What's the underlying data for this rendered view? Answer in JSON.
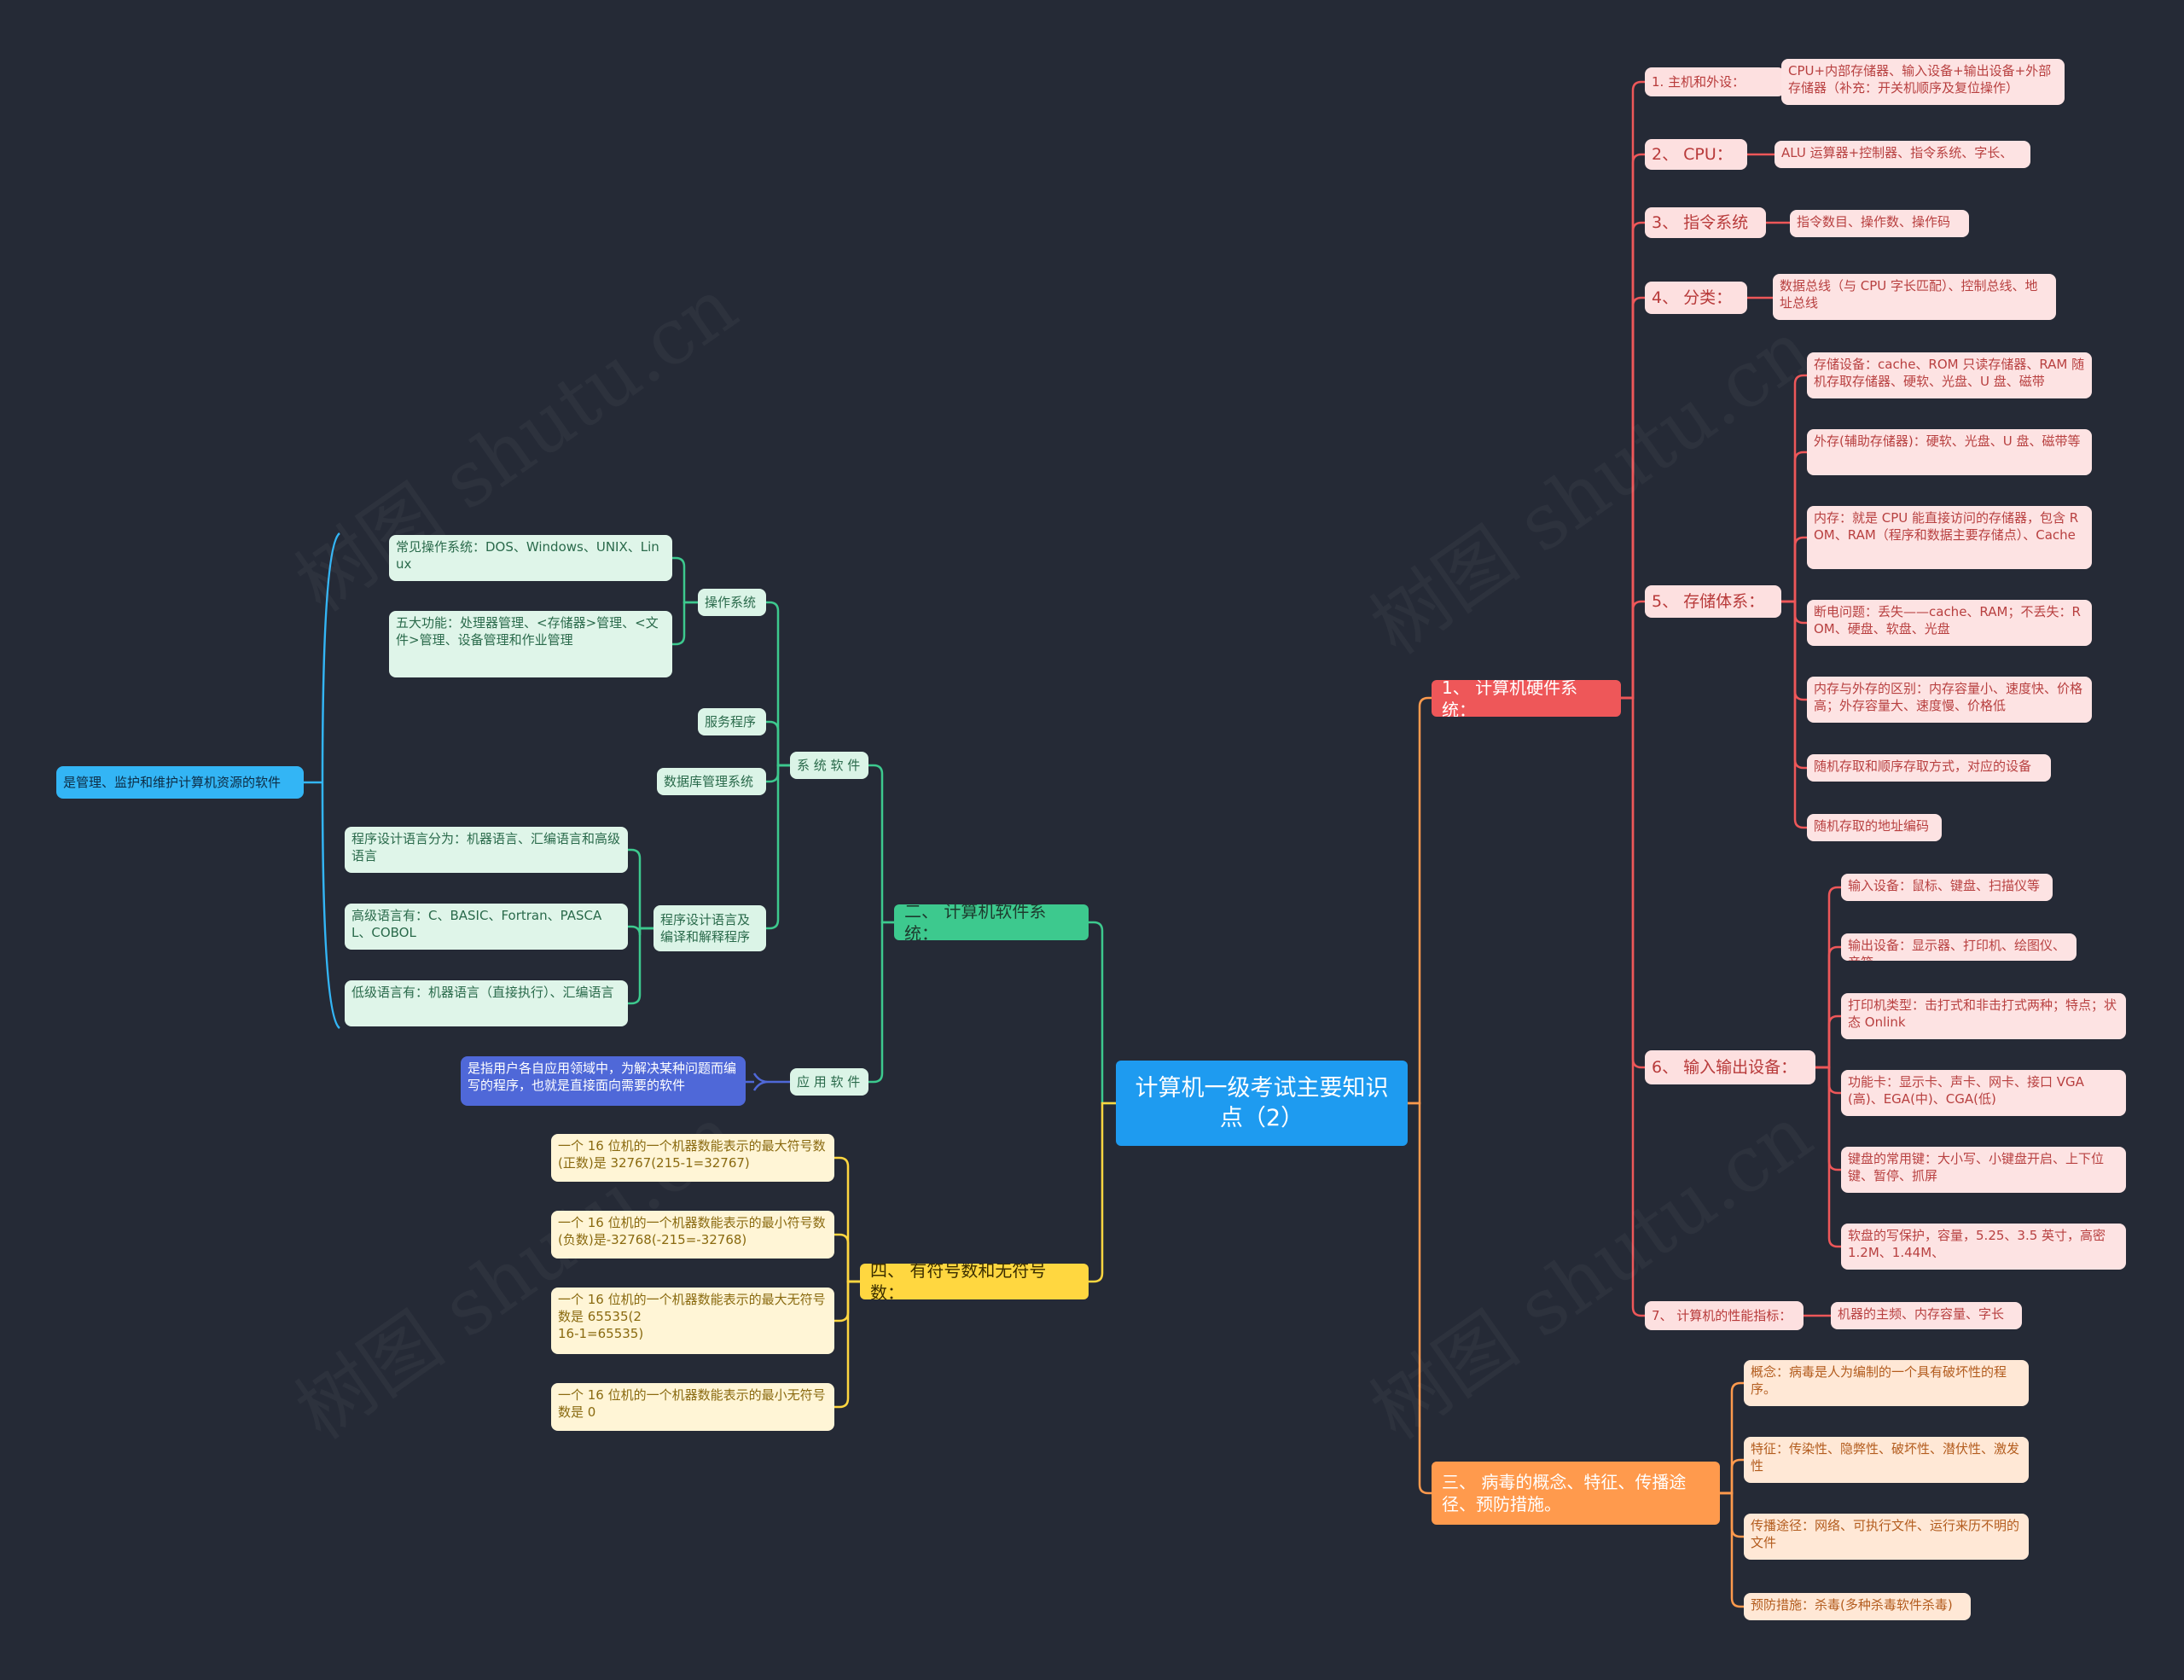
{
  "root": "计算机一级考试主要知识点（2）",
  "branches": {
    "hardware": {
      "label": "1、 计算机硬件系统：",
      "items": [
        {
          "label": "1. 主机和外设：",
          "detail": "CPU+内部存储器、输入设备+输出设备+外部存储器（补充：开关机顺序及复位操作）"
        },
        {
          "label": "2、 CPU：",
          "detail": "ALU 运算器+控制器、指令系统、字长、"
        },
        {
          "label": "3、 指令系统",
          "detail": "指令数目、操作数、操作码"
        },
        {
          "label": "4、 分类：",
          "detail": "数据总线（与 CPU 字长匹配）、控制总线、地址总线"
        }
      ],
      "storage": {
        "label": "5、 存储体系：",
        "leaves": [
          "存储设备：cache、ROM 只读存储器、RAM 随机存取存储器、硬软、光盘、U 盘、磁带",
          "外存(辅助存储器)：硬软、光盘、U 盘、磁带等",
          "内存：就是 CPU 能直接访问的存储器，包含 ROM、RAM（程序和数据主要存储点）、Cache",
          "断电问题：丢失——cache、RAM；不丢失：ROM、硬盘、软盘、光盘",
          "内存与外存的区别：内存容量小、速度快、价格高；外存容量大、速度慢、价格低",
          "随机存取和顺序存取方式，对应的设备",
          "随机存取的地址编码"
        ]
      },
      "io": {
        "label": "6、 输入输出设备：",
        "leaves": [
          "输入设备：鼠标、键盘、扫描仪等",
          "输出设备：显示器、打印机、绘图仪、音箱",
          "打印机类型：击打式和非击打式两种；特点；状态 Onlink",
          "功能卡：显示卡、声卡、网卡、接口 VGA(高)、EGA(中)、CGA(低)",
          "键盘的常用键：大小写、小键盘开启、上下位键、暂停、抓屏",
          "软盘的写保护，容量，5.25、3.5 英寸，高密 1.2M、1.44M、"
        ]
      },
      "perf": {
        "label": "7、 计算机的性能指标：",
        "detail": "机器的主频、内存容量、字长"
      }
    },
    "virus": {
      "label": "三、 病毒的概念、特征、传播途径、预防措施。",
      "leaves": [
        "概念：病毒是人为编制的一个具有破坏性的程序。",
        "特征：传染性、隐弊性、破坏性、潜伏性、激发性",
        "传播途径：网络、可执行文件、运行来历不明的文件",
        "预防措施：杀毒(多种杀毒软件杀毒)"
      ]
    },
    "software": {
      "label": "二、 计算机软件系统：",
      "system": {
        "label": "系 统 软 件",
        "os": {
          "label": "操作系统",
          "leaves": [
            "常见操作系统：DOS、Windows、UNIX、Linux",
            "五大功能：处理器管理、<存储器>管理、<文\n件>管理、设备管理和作业管理"
          ]
        },
        "service": "服务程序",
        "dbms": "数据库管理系统",
        "lang": {
          "label": "程序设计语言及编译和解释程序",
          "leaves": [
            "程序设计语言分为：机器语言、汇编语言和高级语言",
            "高级语言有：C、BASIC、Fortran、PASCAL、COBOL",
            "低级语言有：机器语言（直接执行）、汇编语言"
          ]
        },
        "definition": "是管理、监护和维护计算机资源的软件"
      },
      "app": {
        "label": "应 用 软 件",
        "definition": "是指用户各自应用领域中，为解决某种问题而编写的程序，也就是直接面向需要的软件"
      }
    },
    "signed": {
      "label": "四、 有符号数和无符号数：",
      "leaves": [
        "一个 16 位机的一个机器数能表示的最大符号数(正数)是 32767(215-1=32767)",
        "一个 16 位机的一个机器数能表示的最小符号数(负数)是-32768(-215=-32768)",
        "一个 16 位机的一个机器数能表示的最大无符号数是 65535(2\n16-1=65535)",
        "一个 16 位机的一个机器数能表示的最小无符号数是 0"
      ]
    }
  },
  "colors": {
    "background": "#252a36",
    "root": "#1e9bf0",
    "hardware": "#ee5759",
    "software": "#3dc98e",
    "signed": "#ffd740",
    "virus": "#ff9a4d",
    "definition": "#33b5f5",
    "app_definition": "#4f68d8"
  }
}
